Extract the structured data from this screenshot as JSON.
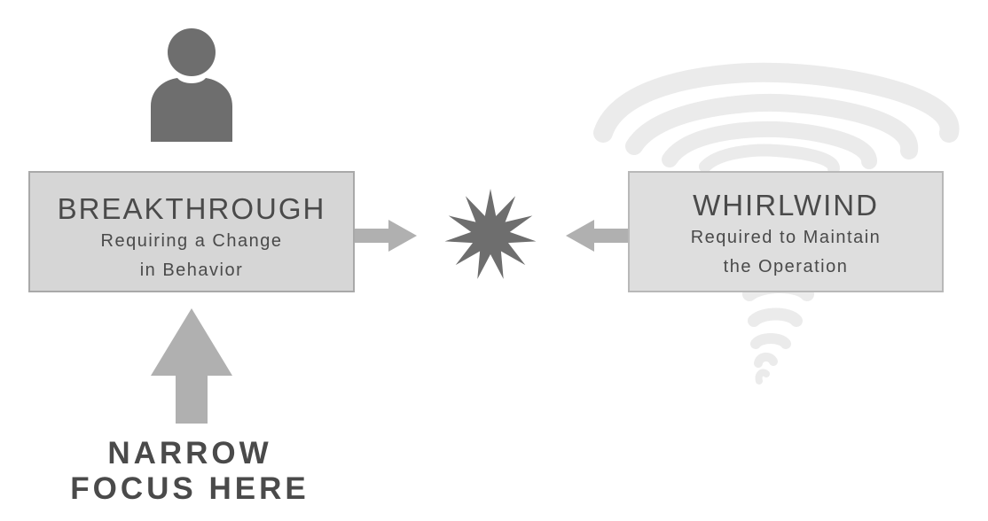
{
  "breakthrough": {
    "title": "BREAKTHROUGH",
    "subtitle_line1": "Requiring a Change",
    "subtitle_line2": "in Behavior"
  },
  "whirlwind": {
    "title": "WHIRLWIND",
    "subtitle_line1": "Required to Maintain",
    "subtitle_line2": "the Operation"
  },
  "focus": {
    "line1": "NARROW",
    "line2": "FOCUS HERE"
  },
  "icons": {
    "person": "person-icon",
    "collision": "starburst-icon",
    "tornado": "tornado-icon"
  },
  "colors": {
    "dark_gray": "#6e6e6e",
    "arrow_gray": "#b0b0b0",
    "box_fill": "#d6d6d6",
    "tornado_gray": "#ececec"
  }
}
